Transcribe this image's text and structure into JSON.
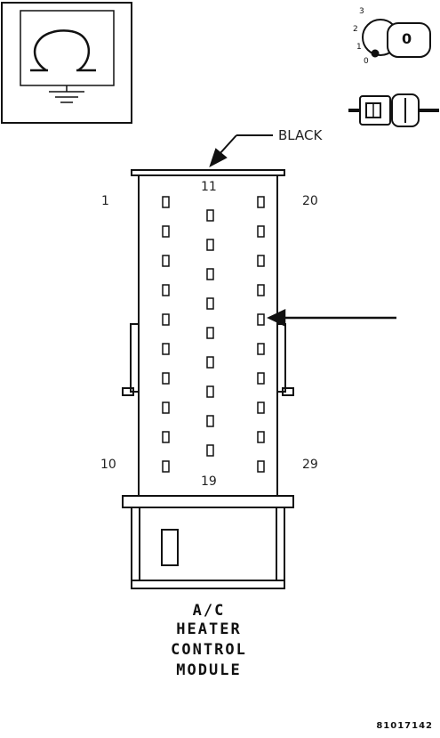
{
  "connector": {
    "color_label": "BLACK",
    "pin_labels": {
      "top_left": "1",
      "top_middle": "11",
      "top_right": "20",
      "bottom_left": "10",
      "bottom_middle": "19",
      "bottom_right": "29"
    },
    "left_column_pins": 10,
    "middle_column_pins": 9,
    "right_column_pins": 10,
    "indicated_pin_row_in_right_column": 5
  },
  "module_name": {
    "line1": "A/C",
    "line2": "HEATER",
    "line3": "CONTROL",
    "line4": "MODULE"
  },
  "ignition_key": {
    "positions": [
      "3",
      "2",
      "1",
      "0"
    ],
    "key_label": "0"
  },
  "figure_number": "81017142",
  "icons": {
    "ground_symbol": "ohmmeter-ground-icon",
    "ignition": "ignition-key-icon",
    "disconnect": "connector-disconnect-icon"
  }
}
